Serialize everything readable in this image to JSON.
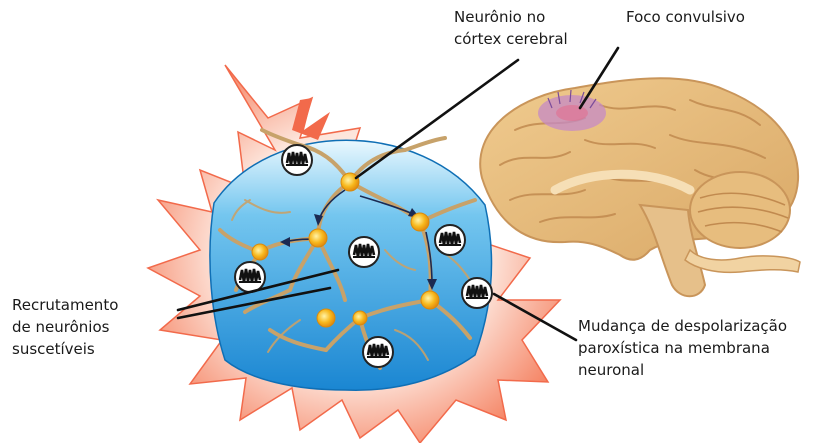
{
  "labels": {
    "neuron_cortex": [
      "Neurônio no",
      "córtex cerebral"
    ],
    "seizure_focus": "Foco convulsivo",
    "recruitment": [
      "Recrutamento",
      "de neurônios",
      "suscetíveis"
    ],
    "paroxysmal_shift": [
      "Mudança de despolarização",
      "paroxística na membrana",
      "neuronal"
    ]
  },
  "colors": {
    "burst_fill": "#f26a4b",
    "burst_soft": "#f9c3b2",
    "field_blue": "#1e8fd6",
    "field_light": "#cfeefc",
    "neuron_body": "#f5b51c",
    "neuron_dendrite": "#c7a26a",
    "brain_tan": "#e3b877",
    "brain_dark": "#c9955a",
    "focus_purple": "#b37ab8"
  },
  "icons": [
    "eeg-trace-icon"
  ]
}
